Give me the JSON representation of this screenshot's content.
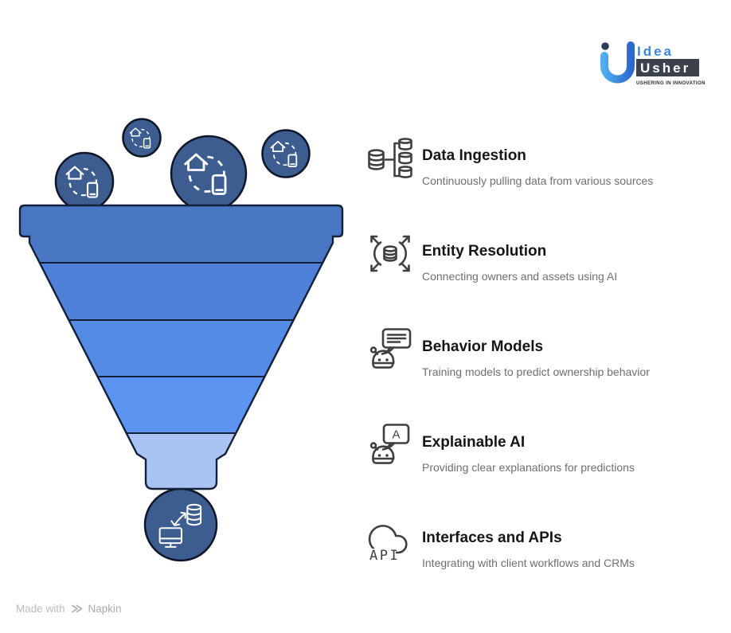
{
  "logo": {
    "brand_top": "Idea",
    "brand_bottom": "Usher",
    "tagline": "USHERING IN INNOVATION",
    "colors": {
      "gradient_start": "#4fadf0",
      "gradient_end": "#2d68ce",
      "box": "#3b424b",
      "idea_text": "#3c86d8",
      "dot": "#2d3c59"
    }
  },
  "funnel": {
    "band_colors": [
      "#4a77c4",
      "#4f81d8",
      "#548be4",
      "#5c94f1",
      "#a9c4f3"
    ],
    "outline_color": "#12203a",
    "bubble_fill": "#3d5c8f",
    "bubble_stroke": "#0d1728",
    "bubble_icon": "house-to-phone-sync",
    "outlet_icon": "monitor-database-exchange"
  },
  "stages": [
    {
      "title": "Data Ingestion",
      "description": "Continuously pulling data from various sources",
      "icon": "database-sources-icon"
    },
    {
      "title": "Entity Resolution",
      "description": "Connecting owners and assets using AI",
      "icon": "entity-expand-icon"
    },
    {
      "title": "Behavior Models",
      "description": "Training models to predict ownership behavior",
      "icon": "robot-chat-icon"
    },
    {
      "title": "Explainable AI",
      "description": "Providing clear explanations for predictions",
      "icon": "robot-explanation-icon",
      "icon_letter": "A"
    },
    {
      "title": "Interfaces and APIs",
      "description": "Integrating with client workflows and CRMs",
      "icon": "cloud-api-icon",
      "icon_label": "API"
    }
  ],
  "footer": {
    "made_with": "Made with",
    "brand": "Napkin"
  }
}
